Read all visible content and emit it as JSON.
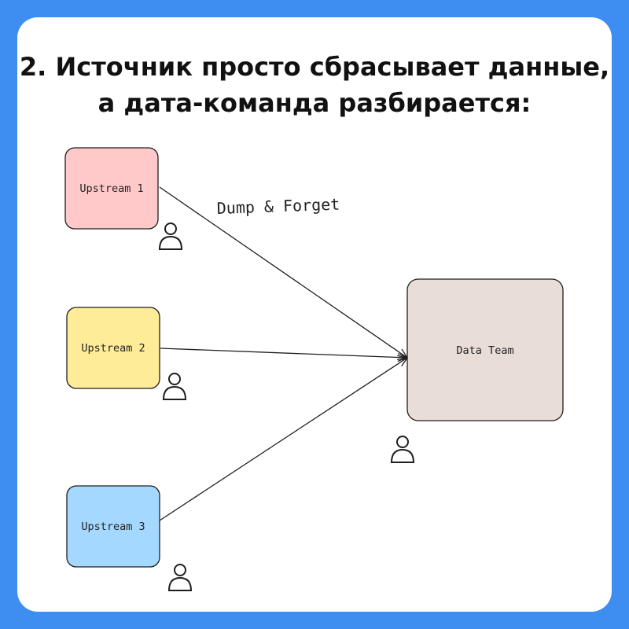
{
  "title": {
    "line1": "2. Источник просто сбрасывает данные,",
    "line2": "а дата-команда разбирается:"
  },
  "nodes": [
    {
      "id": "upstream-1",
      "label": "Upstream 1",
      "fill": "#ffc9c9"
    },
    {
      "id": "upstream-2",
      "label": "Upstream 2",
      "fill": "#ffec99"
    },
    {
      "id": "upstream-3",
      "label": "Upstream 3",
      "fill": "#a5d8ff"
    },
    {
      "id": "data-team",
      "label": "Data Team",
      "fill": "#e9ddd7"
    }
  ],
  "edges": [
    {
      "from": "upstream-1",
      "to": "data-team"
    },
    {
      "from": "upstream-2",
      "to": "data-team"
    },
    {
      "from": "upstream-3",
      "to": "data-team"
    }
  ],
  "edge_label": "Dump & Forget",
  "icons": {
    "person": "user-icon"
  },
  "colors": {
    "background": "#3d8ef0",
    "card": "#ffffff",
    "stroke": "#1e1e1e"
  }
}
